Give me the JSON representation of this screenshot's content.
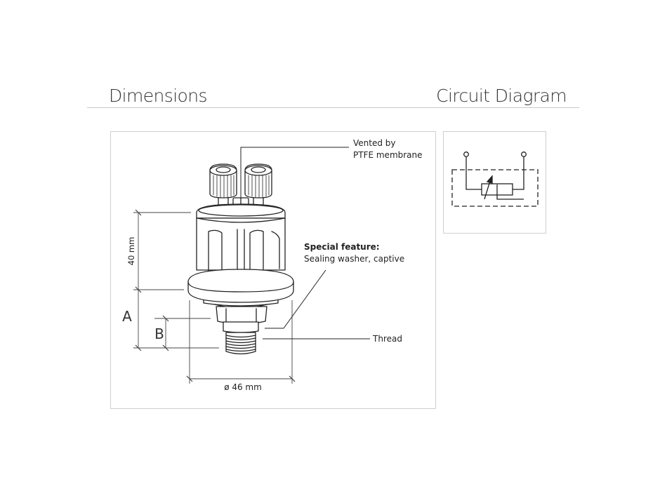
{
  "headings": {
    "dimensions": "Dimensions",
    "circuit": "Circuit Diagram"
  },
  "labels": {
    "vented_line1": "Vented by",
    "vented_line2": "PTFE membrane",
    "special_title": "Special feature:",
    "special_desc": "Sealing washer, captive",
    "thread": "Thread",
    "height": "40 mm",
    "dim_a": "A",
    "dim_b": "B",
    "diameter": "ø 46 mm"
  },
  "colors": {
    "line": "#222222",
    "dim_line": "#555555",
    "panel_border": "#cfcfcf",
    "rule": "#c8c8c8"
  }
}
